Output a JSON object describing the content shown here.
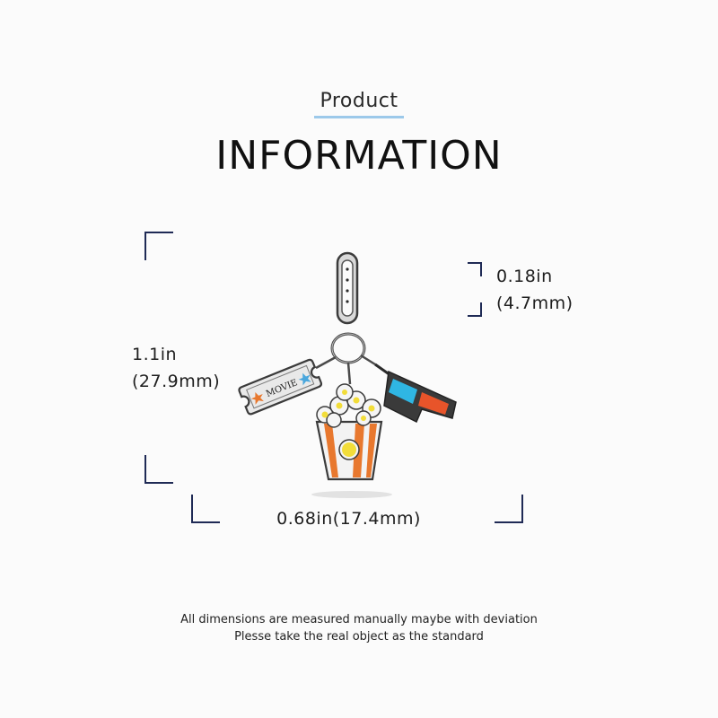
{
  "header": {
    "subtitle": "Product",
    "title": "INFORMATION"
  },
  "dimensions": {
    "height_in": "1.1in",
    "height_mm": "(27.9mm)",
    "bail_in": "0.18in",
    "bail_mm": "(4.7mm)",
    "width": "0.68in(17.4mm)"
  },
  "charm": {
    "ticket_text": "MOVIE"
  },
  "footer": {
    "line1": "All dimensions are measured manually maybe with deviation",
    "line2": "Plesse take the real object as the standard"
  },
  "colors": {
    "accent_underline": "#9cc9ea",
    "bracket": "#1f2a55",
    "popcorn_stripe": "#e8782e",
    "lens_left": "#2fb6e3",
    "lens_right": "#e8542a"
  }
}
